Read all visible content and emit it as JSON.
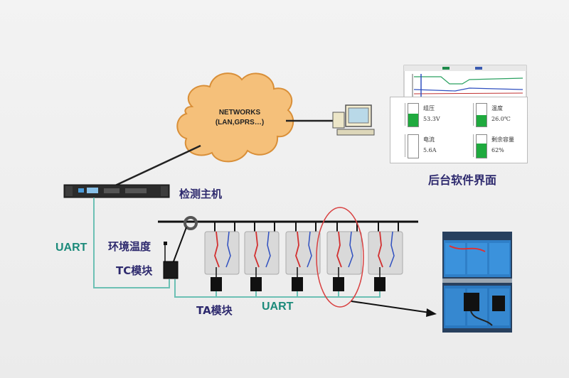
{
  "cloud": {
    "line1": "NETWORKS",
    "line2": "(LAN,GPRS…)"
  },
  "labels": {
    "host": "检测主机",
    "software": "后台软件界面",
    "uart_left": "UART",
    "uart_bottom": "UART",
    "env_temp": "环境温度",
    "tc_module": "TC模块",
    "ta_module": "TA模块"
  },
  "panel": {
    "voltage": {
      "name": "组压",
      "value": "53.3V",
      "level": 0.55
    },
    "temperature": {
      "name": "温度",
      "value": "26.0℃",
      "level": 0.5
    },
    "current": {
      "name": "电流",
      "value": "5.6A",
      "level": 0.0
    },
    "capacity": {
      "name": "剩余容量",
      "value": "62%",
      "level": 0.62
    }
  },
  "colors": {
    "navy": "#2e2a6e",
    "teal": "#1b8a7a",
    "cloud": "#f5c07a",
    "cloud_stroke": "#d98f38",
    "wire": "#6cc0b4",
    "highlight": "#d84040"
  }
}
